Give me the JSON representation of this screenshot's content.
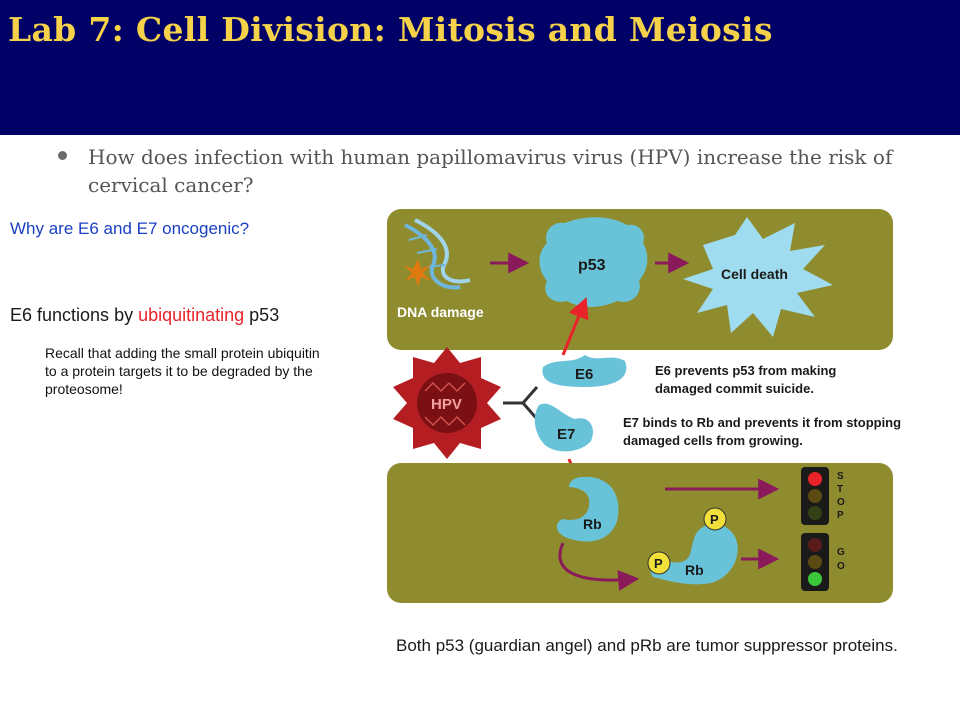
{
  "title": "Lab 7: Cell Division: Mitosis and Meiosis",
  "question": "How does infection with human papillomavirus virus (HPV) increase the risk of cervical cancer?",
  "why_text": "Why are E6 and E7 oncogenic?",
  "e6_prefix": " E6 functions by ",
  "e6_highlight": "ubiquitinating",
  "e6_suffix": " p53",
  "recall_text": "Recall that adding the small protein ubiquitin to a protein targets it to be degraded by the proteosome!",
  "caption": "Both p53 (guardian angel) and pRb are tumor suppressor proteins.",
  "diagram": {
    "p53": "p53",
    "cell_death": "Cell death",
    "dna_damage": "DNA damage",
    "hpv": "HPV",
    "e6": "E6",
    "e7": "E7",
    "e6_desc_1": "E6 prevents p53 from making",
    "e6_desc_2": "damaged commit suicide.",
    "e7_desc_1": "E7 binds to Rb and prevents it from stopping",
    "e7_desc_2": "damaged cells from growing.",
    "rb": "Rb",
    "p": "P",
    "stop_s": "S",
    "stop_t": "T",
    "stop_o": "O",
    "stop_p": "P",
    "go_g": "G",
    "go_o": "O",
    "colors": {
      "panel": "#8f8c2f",
      "protein": "#69c3d8",
      "arrow": "#8b1a5a",
      "red_arrow": "#e8242a",
      "hpv_red": "#b41e22",
      "title_yellow": "#f5d24a",
      "header_navy": "#000066"
    }
  }
}
